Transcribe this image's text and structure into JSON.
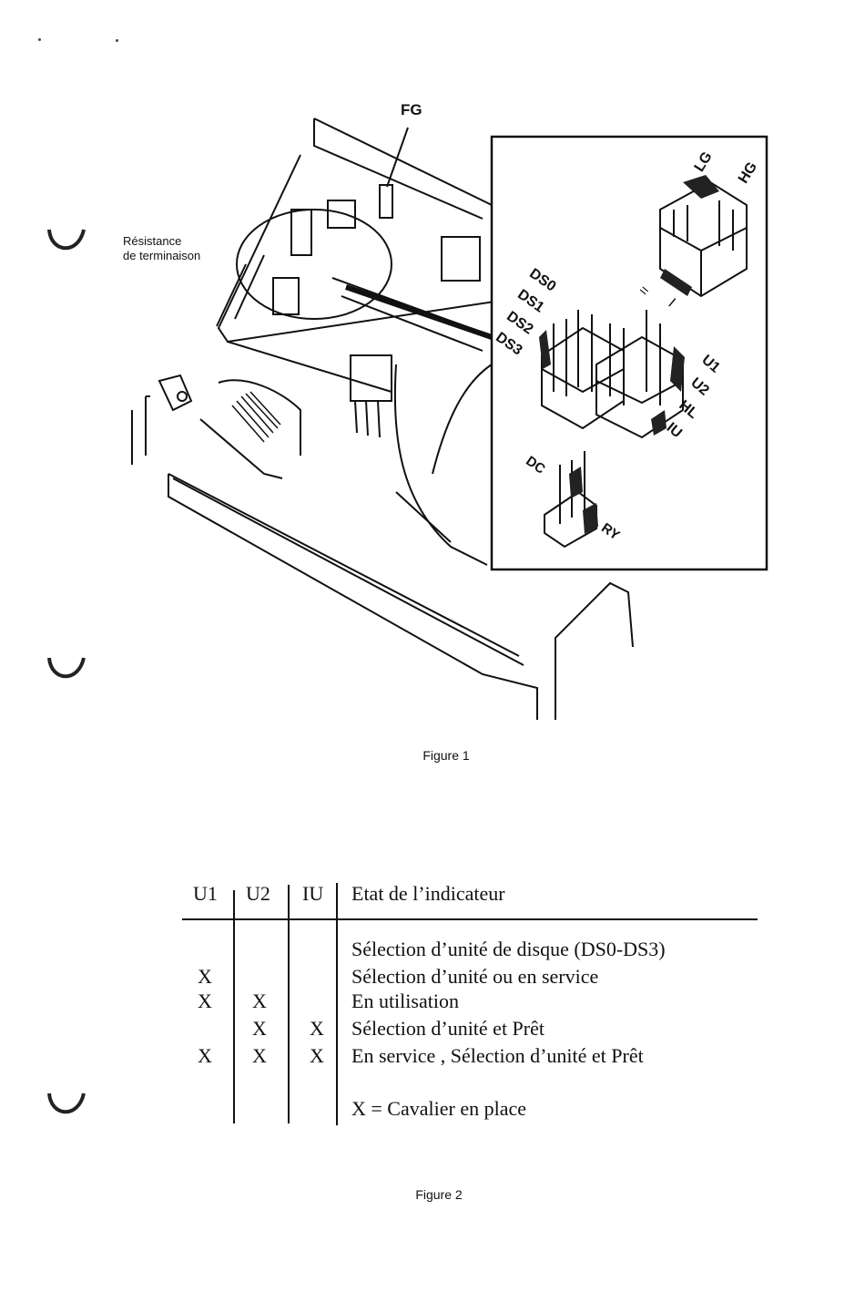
{
  "figure1": {
    "callout_fg": "FG",
    "callout_resistance": [
      "Résistance",
      "de terminaison"
    ],
    "inset_labels": {
      "lg": "LG",
      "hg": "HG",
      "eq": "=",
      "bar": "I",
      "ds0": "DS0",
      "ds1": "DS1",
      "ds2": "DS2",
      "ds3": "DS3",
      "u1": "U1",
      "u2": "U2",
      "hl": "HL",
      "iu": "IU",
      "dc": "DC",
      "ry": "RY"
    },
    "caption": "Figure 1"
  },
  "table": {
    "headers": {
      "u1": "U1",
      "u2": "U2",
      "iu": "IU",
      "state": "Etat de l’indicateur"
    },
    "rows": [
      {
        "u1": "",
        "u2": "",
        "iu": "",
        "state": "Sélection d’unité de disque (DS0-DS3)"
      },
      {
        "u1": "X",
        "u2": "",
        "iu": "",
        "state": "Sélection d’unité ou en service"
      },
      {
        "u1": "X",
        "u2": "X",
        "iu": "",
        "state": "En utilisation"
      },
      {
        "u1": "",
        "u2": "X",
        "iu": "X",
        "state": "Sélection d’unité et Prêt"
      },
      {
        "u1": "X",
        "u2": "X",
        "iu": "X",
        "state": "En service , Sélection d’unité et Prêt"
      }
    ],
    "legend": "X = Cavalier en place"
  },
  "figure2": {
    "caption": "Figure 2"
  }
}
